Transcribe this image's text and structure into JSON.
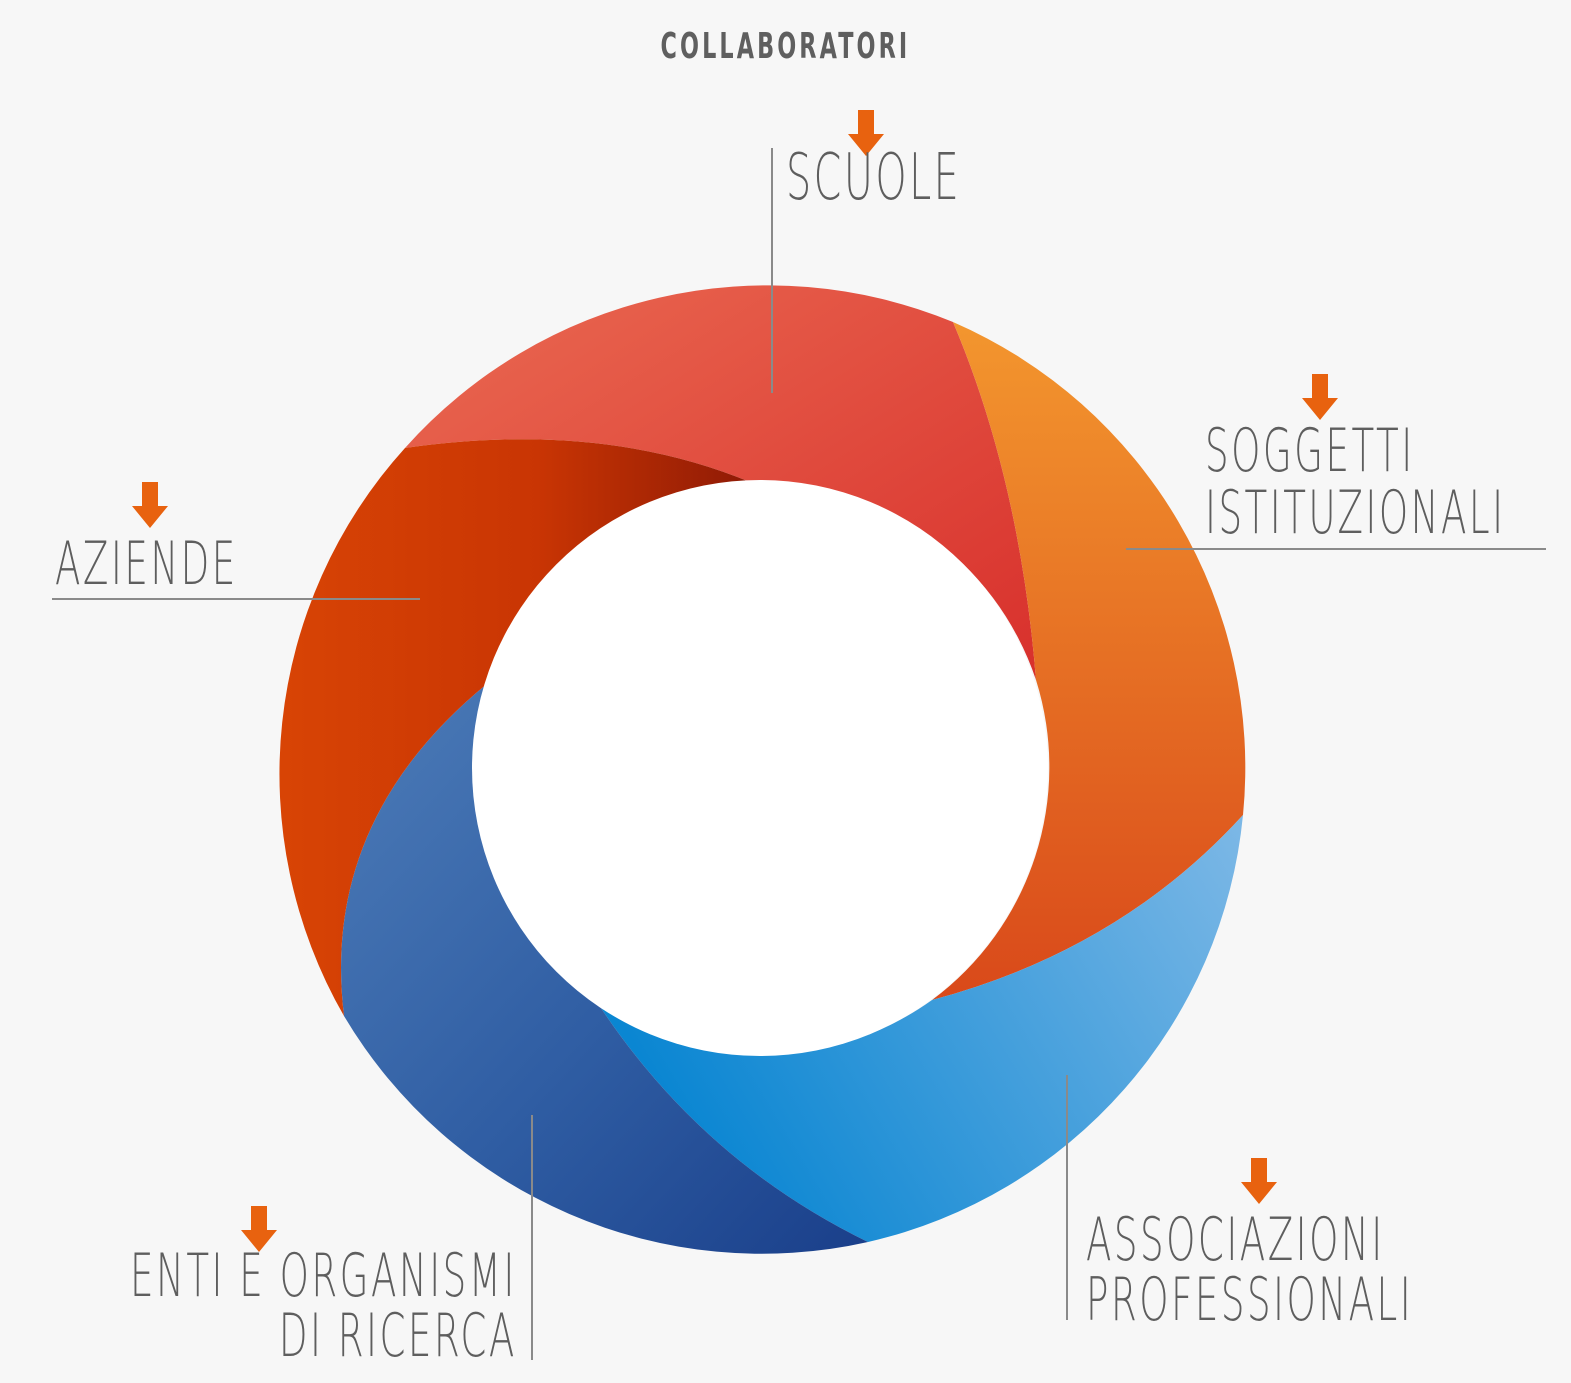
{
  "title": "COLLABORATORI",
  "colors": {
    "label_text": "#5e5e5e",
    "arrow": "#e8620f",
    "scuole": "#e35a44",
    "soggetti": "#ec7a2a",
    "associazioni": "#4fa6dc",
    "enti": "#3c64a6",
    "aziende": "#d33f06"
  },
  "labels": {
    "scuole": [
      "SCUOLE"
    ],
    "soggetti": [
      "SOGGETTI",
      "ISTITUZIONALI"
    ],
    "aziende": [
      "AZIENDE"
    ],
    "associazioni": [
      "ASSOCIAZIONI",
      "PROFESSIONALI"
    ],
    "enti": [
      "ENTI E ORGANISMI",
      "DI RICERCA"
    ]
  },
  "arrow_icon": "arrow-down-icon"
}
